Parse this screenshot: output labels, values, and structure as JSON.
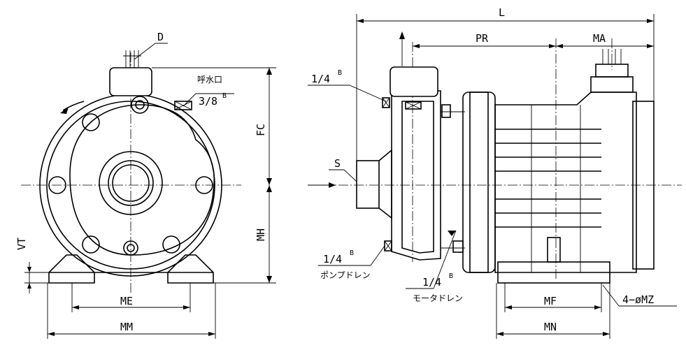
{
  "labels": {
    "D": "D",
    "inlet_jp": "呼水口",
    "inlet_size_base": "3/8",
    "inlet_size_sup": "B",
    "FC": "FC",
    "MH": "MH",
    "VT": "VT",
    "ME": "ME",
    "MM": "MM",
    "L": "L",
    "PR": "PR",
    "MA": "MA",
    "S": "S",
    "quarter_top_base": "1/4",
    "quarter_top_sup": "B",
    "pump_drain_base": "1/4",
    "pump_drain_sup": "B",
    "pump_drain_jp": "ポンプドレン",
    "motor_drain_base": "1/4",
    "motor_drain_sup": "B",
    "motor_drain_jp": "モータドレン",
    "MF": "MF",
    "MN": "MN",
    "holes": "4−øMZ"
  }
}
